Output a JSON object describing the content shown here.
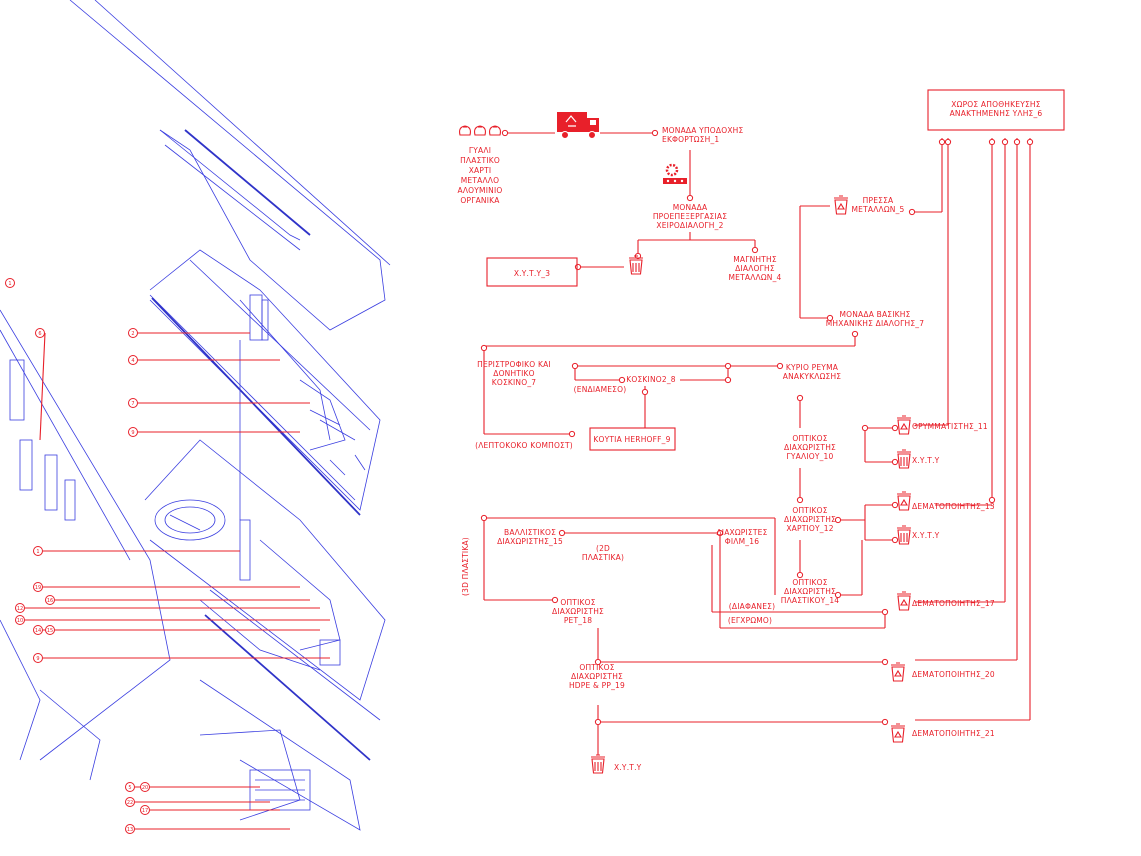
{
  "colors": {
    "accent": "#e8202a",
    "axonometric": "#3a3ee0"
  },
  "inputs": {
    "icon": "trash-bags-icon",
    "materials": [
      "ΓΥΑΛΙ",
      "ΠΛΑΣΤΙΚΟ",
      "ΧΑΡΤΙ",
      "ΜΕΤΑΛΛΟ",
      "ΑΛΟΥΜΙΝΙΟ",
      "ΟΡΓΑΝΙΚΑ"
    ]
  },
  "nodes": {
    "unloading": [
      "ΜΟΝΑΔΑ ΥΠΟΔΟΧΗΣ",
      "ΕΚΦΟΡΤΩΣΗ_1"
    ],
    "preprocessing": [
      "ΜΟΝΑΔΑ",
      "ΠΡΟΕΠΕΞΕΡΓΑΣΙΑΣ",
      "ΧΕΙΡΟΔΙΑΛΟΓΗ_2"
    ],
    "xyty3": "Χ.Υ.Τ.Υ_3",
    "magnetic": [
      "ΜΑΓΝΗΤΗΣ",
      "ΔΙΑΛΟΓΗΣ",
      "ΜΕΤΑΛΛΩΝ_4"
    ],
    "press": [
      "ΠΡΕΣΣΑ",
      "ΜΕΤΑΛΛΩΝ_5"
    ],
    "storage": [
      "ΧΩΡΟΣ ΑΠΟΘΗΚΕΥΣΗΣ",
      "ΑΝΑΚΤΗΜΕΝΗΣ ΥΛΗΣ_6"
    ],
    "mechanical": [
      "ΜΟΝΑΔΑ ΒΑΣΙΚΗΣ",
      "ΜΗΧΑΝΙΚΗΣ ΔΙΑΛΟΓΗΣ_7"
    ],
    "rotary": [
      "ΠΕΡΙΣΤΡΟΦΙΚΟ ΚΑΙ",
      "ΔΟΝΗΤΙΚΟ",
      "ΚΟΣΚΙΝΟ_7"
    ],
    "sieve8": "ΚΟΣΚΙΝΟ2_8",
    "intermediate": "(ΕΝΔΙΑΜΕΣΟ)",
    "main_stream": [
      "ΚΥΡΙΟ ΡΕΥΜΑ",
      "ΑΝΑΚΥΚΛΩΣΗΣ"
    ],
    "herhoff": "ΚΟΥΤΙΑ HERHOFF_9",
    "compost": "(ΛΕΠΤΟΚΟΚΟ ΚΟΜΠΟΣΤ)",
    "glass_sorter": [
      "ΟΠΤΙΚΟΣ",
      "ΔΙΑΧΩΡΙΣΤΗΣ",
      "ΓΥΑΛΙΟΥ_10"
    ],
    "crusher": "ΘΡΥΜΜΑΤΙΣΤΗΣ_11",
    "xyty_a": "Χ.Υ.Τ.Υ",
    "paper_sorter": [
      "ΟΠΤΙΚΟΣ",
      "ΔΙΑΧΩΡΙΣΤΗΣ",
      "ΧΑΡΤΙΟΥ_12"
    ],
    "baler13": "ΔΕΜΑΤΟΠΟΙΗΤΗΣ_13",
    "xyty_b": "Χ.Υ.Τ.Υ",
    "plastic_sorter": [
      "ΟΠΤΙΚΟΣ",
      "ΔΙΑΧΩΡΙΣΤΗΣ",
      "ΠΛΑΣΤΙΚΟΥ_14"
    ],
    "ballistic": [
      "ΒΑΛΛΙΣΤΙΚΟΣ",
      "ΔΙΑΧΩΡΙΣΤΗΣ_15"
    ],
    "plastic2d": [
      "(2D",
      "ΠΛΑΣΤΙΚΑ)"
    ],
    "film": [
      "ΔΙΑΧΩΡΙΣΤΕΣ",
      "ΦΙΛΜ_16"
    ],
    "plastic3d": "(3D ΠΛΑΣΤΙΚΑ)",
    "transparent": "(ΔΙΑΦΑΝΕΣ)",
    "colored": "(ΕΓΧΡΩΜΟ)",
    "baler17": "ΔΕΜΑΤΟΠΟΙΗΤΗΣ_17",
    "pet_sorter": [
      "ΟΠΤΙΚΟΣ",
      "ΔΙΑΧΩΡΙΣΤΗΣ",
      "PET_18"
    ],
    "hdpe_sorter": [
      "ΟΠΤΙΚΟΣ",
      "ΔΙΑΧΩΡΙΣΤΗΣ",
      "HDPE & PP_19"
    ],
    "baler20": "ΔΕΜΑΤΟΠΟΙΗΤΗΣ_20",
    "baler21": "ΔΕΜΑΤΟΠΟΙΗΤΗΣ_21",
    "xyty_c": "Χ.Υ.Τ.Υ"
  },
  "callouts_left": [
    "1",
    "6",
    "2",
    "4",
    "7",
    "9",
    "1",
    "19",
    "16",
    "12",
    "10",
    "14",
    "15",
    "9",
    "5",
    "20",
    "22",
    "17",
    "13"
  ],
  "icons": [
    "truck-recycling-icon",
    "gear-machine-icon",
    "bin-icon",
    "press-bin-icon"
  ]
}
